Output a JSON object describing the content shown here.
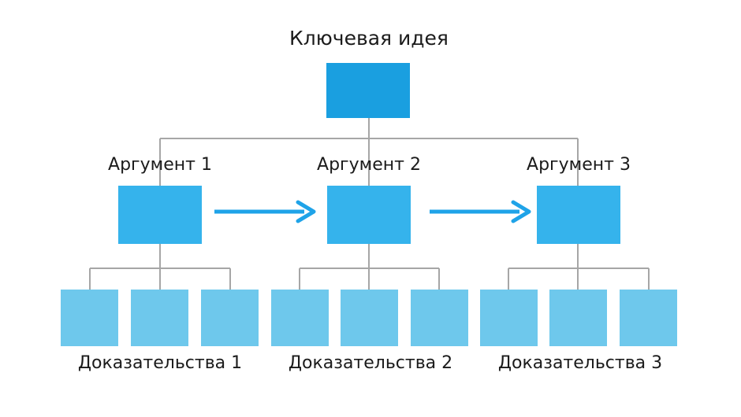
{
  "diagram": {
    "type": "hierarchy-tree",
    "title": "Ключевая идея",
    "root": {
      "label": "Ключевая идея",
      "color": "#1A9FE0"
    },
    "arguments": [
      {
        "label": "Аргумент 1",
        "color": "#35B3EC"
      },
      {
        "label": "Аргумент 2",
        "color": "#35B3EC"
      },
      {
        "label": "Аргумент 3",
        "color": "#35B3EC"
      }
    ],
    "evidence_groups": [
      {
        "label": "Доказательства 1",
        "count": 3,
        "color": "#6EC8EC"
      },
      {
        "label": "Доказательства 2",
        "count": 3,
        "color": "#6EC8EC"
      },
      {
        "label": "Доказательства 3",
        "count": 3,
        "color": "#6EC8EC"
      }
    ],
    "flow_arrows": [
      {
        "from": "Аргумент 1",
        "to": "Аргумент 2",
        "color": "#1FA3E8"
      },
      {
        "from": "Аргумент 2",
        "to": "Аргумент 3",
        "color": "#1FA3E8"
      }
    ],
    "connector_color": "#A6A6A6",
    "background": "#FFFFFF"
  }
}
